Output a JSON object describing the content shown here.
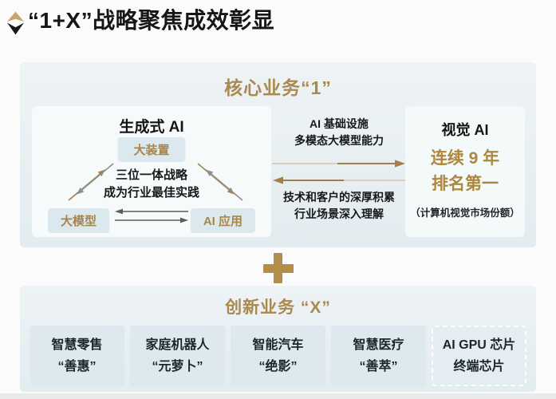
{
  "colors": {
    "accent_gold": "#a9894e",
    "highlight_gold": "#ad873d",
    "dark_text": "#161616",
    "panel_bg": "#e7eef2",
    "pill_bg": "#dbe8ee"
  },
  "header": {
    "logo_icon": "diamond-logo-icon",
    "title": "“1+X”战略聚焦成效彰显"
  },
  "core_panel": {
    "title": "核心业务“1”",
    "gen_ai_box": {
      "title": "生成式 AI",
      "top_pill": "大装置",
      "center_line1": "三位一体战略",
      "center_line2": "成为行业最佳实践",
      "left_pill": "大模型",
      "right_pill": "AI 应用"
    },
    "flow": {
      "to_vision_line1": "AI 基础设施",
      "to_vision_line2": "多模态大模型能力",
      "to_gen_line1": "技术和客户的深厚积累",
      "to_gen_line2": "行业场景深入理解"
    },
    "vision_box": {
      "title": "视觉 AI",
      "highlight_line1": "连续 9 年",
      "highlight_line2": "排名第一",
      "note": "（计算机视觉市场份额）"
    }
  },
  "plus_symbol": "+",
  "x_panel": {
    "title": "创新业务 “X”",
    "items": [
      {
        "line1": "智慧零售",
        "line2": "“善惠”"
      },
      {
        "line1": "家庭机器人",
        "line2": "“元萝卜”"
      },
      {
        "line1": "智能汽车",
        "line2": "“绝影”"
      },
      {
        "line1": "智慧医疗",
        "line2": "“善萃”"
      },
      {
        "line1": "AI GPU 芯片",
        "line2": "终端芯片"
      }
    ]
  }
}
